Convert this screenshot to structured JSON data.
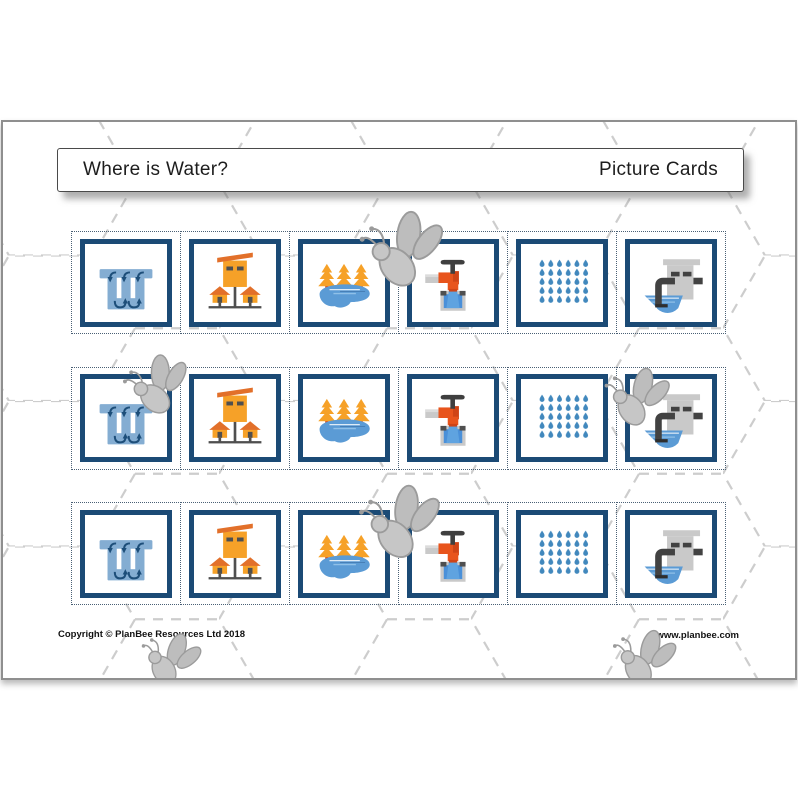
{
  "header": {
    "title": "Where is Water?",
    "subtitle": "Picture Cards"
  },
  "cards": {
    "rows": 3,
    "columns": 6,
    "icons": [
      {
        "name": "underground-water-pipes-icon",
        "symbol": "sym-pipes"
      },
      {
        "name": "water-tower-houses-icon",
        "symbol": "sym-tower"
      },
      {
        "name": "lake-with-trees-icon",
        "symbol": "sym-lake"
      },
      {
        "name": "tap-filling-bucket-icon",
        "symbol": "sym-tap"
      },
      {
        "name": "rain-drops-icon",
        "symbol": "sym-rain"
      },
      {
        "name": "treatment-outflow-icon",
        "symbol": "sym-outflow"
      }
    ]
  },
  "footer": {
    "copyright": "Copyright © PlanBee Resources Ltd 2018",
    "website": "www.planbee.com"
  },
  "colors": {
    "card_border_navy": "#1b4a75",
    "water_blue": "#5b9bd5",
    "pipe_light_blue": "#84add2",
    "building_orange": "#f6a128",
    "roof_orange": "#e2702a",
    "tap_red_orange": "#e8541c",
    "building_gray": "#c9c9c9",
    "dark_gray": "#4f4f4f",
    "bee_gray": "#c2c2c2",
    "hexagon_line_gray": "#cdcdcd",
    "cut_line_dotted": "#4a6075"
  }
}
